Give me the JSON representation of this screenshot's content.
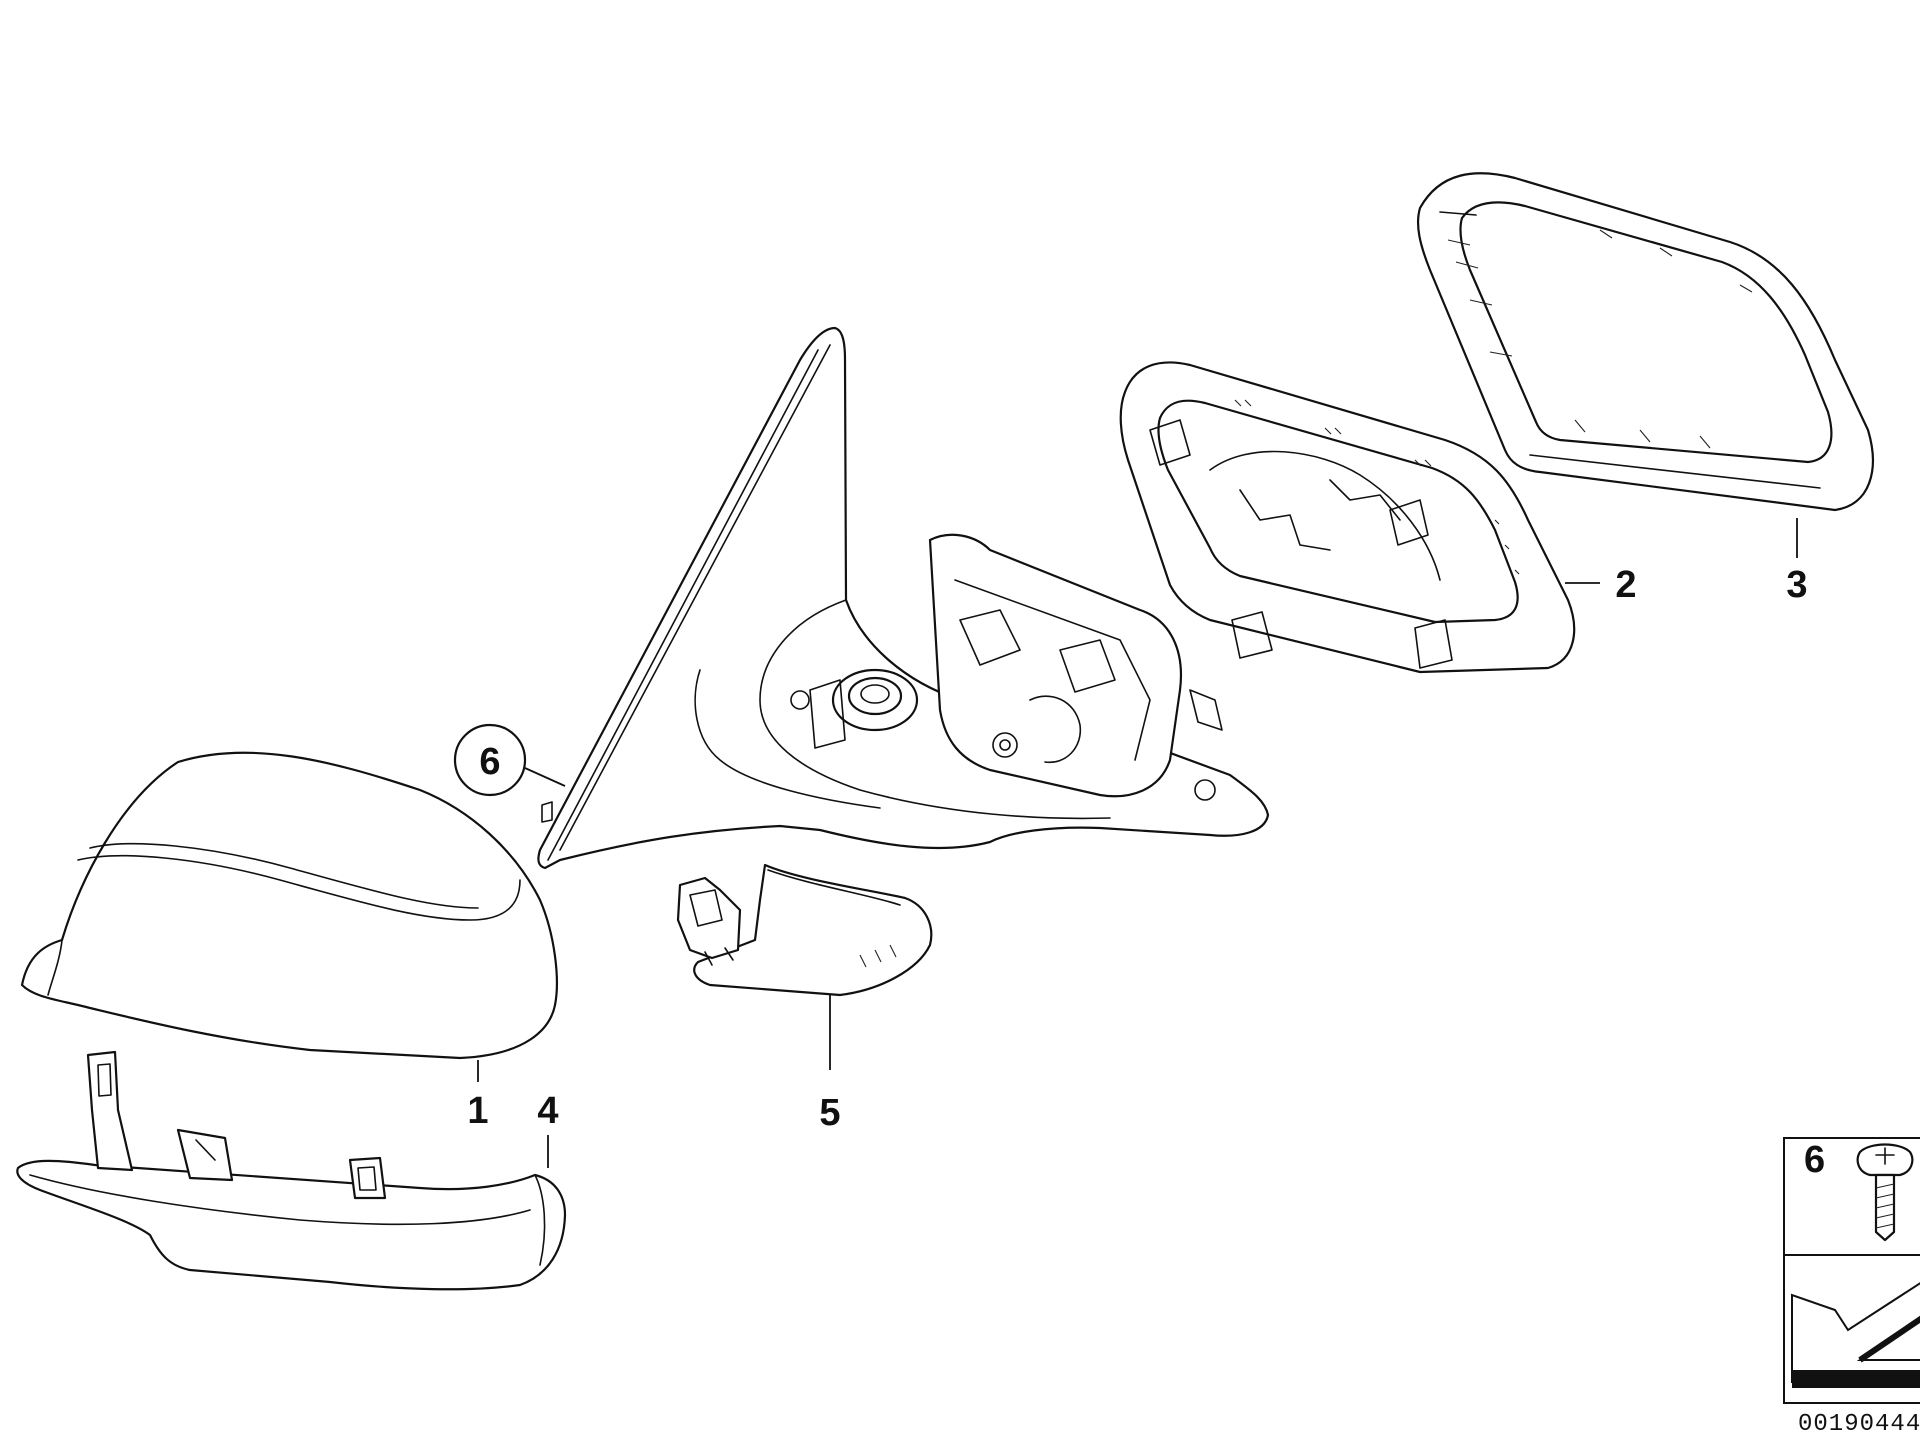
{
  "callouts": {
    "c1": "1",
    "c2": "2",
    "c3": "3",
    "c4": "4",
    "c5": "5",
    "c6": "6"
  },
  "legend": {
    "label": "6"
  },
  "reference_number": "00190444",
  "colors": {
    "line": "#111111",
    "background": "#ffffff"
  }
}
